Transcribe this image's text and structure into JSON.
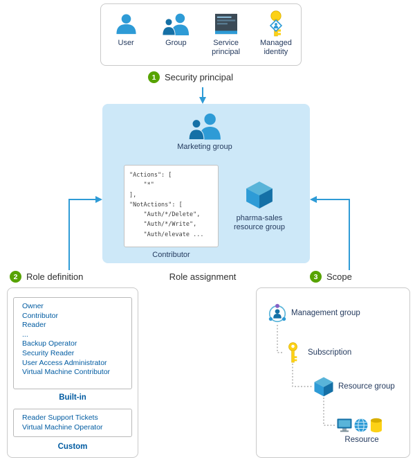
{
  "palette": {
    "arrow_blue": "#2e9bd6",
    "icon_blue": "#2e9bd6",
    "icon_dark_blue": "#1570a6",
    "assignment_box_fill": "#cde8f8",
    "badge_green": "#57a300",
    "key_gold": "#fcd116",
    "list_text_blue": "#005ba1",
    "label_navy": "#243a5e",
    "heading_gray": "#2f2f2f",
    "management_group_purple": "#8661c5"
  },
  "security_principal": {
    "step_number": "1",
    "step_label": "Security principal",
    "items": [
      {
        "label": "User"
      },
      {
        "label": "Group"
      },
      {
        "label": "Service\nprincipal"
      },
      {
        "label": "Managed\nidentity"
      }
    ]
  },
  "role_assignment": {
    "label": "Role assignment",
    "group_label": "Marketing group",
    "code_lines": [
      "\"Actions\": [",
      "    \"*\"",
      "],",
      "\"NotActions\": [",
      "    \"Auth/*/Delete\",",
      "    \"Auth/*/Write\",",
      "    \"Auth/elevate ..."
    ],
    "code_caption": "Contributor",
    "resource_group_label": "pharma-sales\nresource group"
  },
  "role_definition": {
    "step_number": "2",
    "step_label": "Role definition",
    "built_in": {
      "caption": "Built-in",
      "items": [
        "Owner",
        "Contributor",
        "Reader",
        "...",
        "Backup Operator",
        "Security Reader",
        "User Access Administrator",
        "Virtual Machine Contributor"
      ]
    },
    "custom": {
      "caption": "Custom",
      "items": [
        "Reader Support Tickets",
        "Virtual Machine Operator"
      ]
    }
  },
  "scope": {
    "step_number": "3",
    "step_label": "Scope",
    "levels": [
      {
        "label": "Management group"
      },
      {
        "label": "Subscription"
      },
      {
        "label": "Resource group"
      },
      {
        "label": "Resource"
      }
    ]
  }
}
